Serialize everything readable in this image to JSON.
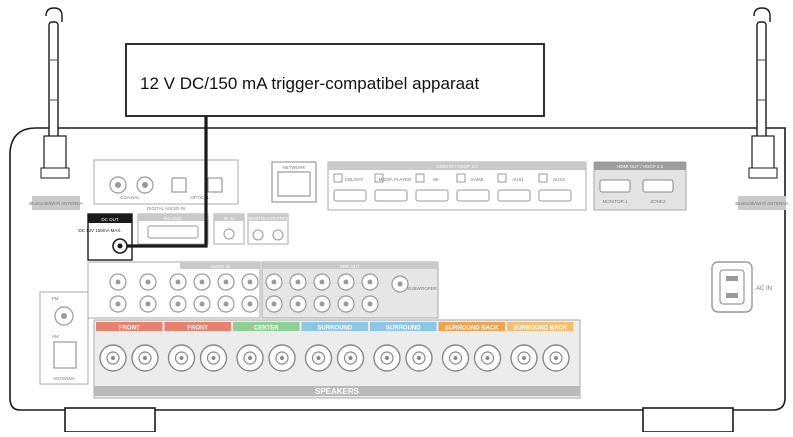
{
  "callout": {
    "label": "12 V DC/150 mA trigger-compatibel apparaat"
  },
  "panel": {
    "antenna_left_label": "Bluetooth/Wi-Fi ANTENNA",
    "antenna_right_label": "Bluetooth/Wi-Fi ANTENNA",
    "digital_audio_in": "DIGITAL AUDIO IN",
    "coaxial": "COAXIAL",
    "optical": "OPTICAL",
    "network": "NETWORK",
    "hdmi_in_header": "HDMI IN / HDCP 2.3",
    "hdmi_inputs": [
      "CBL/SAT",
      "MEDIA PLAYER",
      "8K",
      "GAME",
      "AUX1",
      "AUX2"
    ],
    "hdmi_out_header": "HDMI OUT / HDCP 2.3",
    "hdmi_out_ports": [
      "MONITOR 1",
      "ZONE2"
    ],
    "dc_out": "DC OUT",
    "dc_out_spec": "DC 12V 150mA MAX.",
    "rs232c": "RS-232C",
    "ir_in": "IR IN",
    "remote_control": "REMOTE CONTROL",
    "audio_in": "AUDIO IN",
    "pre_out": "PRE OUT",
    "subwoofer": "SUBWOOFER",
    "fm": "FM",
    "am": "AM",
    "antenna": "ANTENNA",
    "ac_in": "AC IN",
    "speakers": "SPEAKERS",
    "speaker_groups": [
      {
        "label": "FRONT",
        "color": "#e8826f"
      },
      {
        "label": "FRONT",
        "color": "#e8826f"
      },
      {
        "label": "CENTER",
        "color": "#8fcf94"
      },
      {
        "label": "SURROUND",
        "color": "#8cc6e6"
      },
      {
        "label": "SURROUND",
        "color": "#8cc6e6"
      },
      {
        "label": "SURROUND BACK",
        "color": "#f2a24c"
      },
      {
        "label": "SURROUND BACK",
        "color": "#f2c070"
      }
    ]
  },
  "colors": {
    "outline": "#1a1a1a",
    "panel_gray": "#b9b9b9",
    "dc_out_block": "#1a1a1a"
  }
}
